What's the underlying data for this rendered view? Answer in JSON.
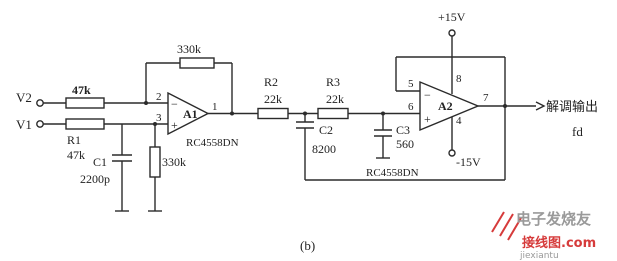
{
  "labels": {
    "v2": "V2",
    "v1": "V1",
    "r_47k_top": "47k",
    "r1": "R1",
    "r1_val": "47k",
    "c1": "C1",
    "c1_val": "2200p",
    "r_330k_fb": "330k",
    "r_330k_gnd": "330k",
    "a1_pin2": "2",
    "a1_pin3": "3",
    "a1_pin1": "1",
    "a1_minus": "−",
    "a1_plus": "+",
    "a1": "A1",
    "a1_part": "RC4558DN",
    "r2": "R2",
    "r2_val": "22k",
    "r3": "R3",
    "r3_val": "22k",
    "c2": "C2",
    "c2_val": "8200",
    "c3": "C3",
    "c3_val": "560",
    "vplus": "+15V",
    "vminus": "-15V",
    "a2_pin5": "5",
    "a2_pin6": "6",
    "a2_pin8": "8",
    "a2_pin7": "7",
    "a2_pin4": "4",
    "a2_minus": "−",
    "a2_plus": "+",
    "a2": "A2",
    "a2_part": "RC4558DN",
    "output": "解调输出",
    "output_sym": "fd",
    "caption": "(b)"
  },
  "watermark": {
    "brand": "电子发烧友",
    "site_cn": "接线图",
    "site_com": ".com",
    "url": "jiexiantu"
  },
  "colors": {
    "ink": "#2b2b2b",
    "watermark_red": "#d63b3b",
    "watermark_gray": "#9a9a9a"
  }
}
